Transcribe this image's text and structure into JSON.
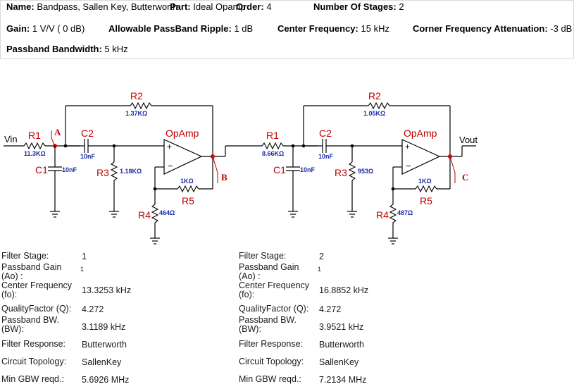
{
  "header": {
    "name_label": "Name:",
    "name_value": "Bandpass, Sallen Key, Butterworth",
    "part_label": "Part:",
    "part_value": "Ideal Opamp",
    "order_label": "Order:",
    "order_value": "4",
    "stages_label": "Number Of Stages:",
    "stages_value": "2",
    "gain_label": "Gain:",
    "gain_value": "1 V/V ( 0 dB)",
    "ripple_label": "Allowable PassBand Ripple:",
    "ripple_value": "1 dB",
    "center_label": "Center Frequency:",
    "center_value": "15 kHz",
    "corner_label": "Corner Frequency Attenuation:",
    "corner_value": "-3 dB",
    "bw_label": "Passband Bandwidth:",
    "bw_value": "5 kHz"
  },
  "circuit": {
    "input_label": "Vin",
    "output_label": "Vout",
    "stage1": {
      "r1": "R1",
      "r1_val": "11.3KΩ",
      "r2": "R2",
      "r2_val": "1.37KΩ",
      "r3": "R3",
      "r3_val": "1.18KΩ",
      "r4": "R4",
      "r4_val": "464Ω",
      "r5": "R5",
      "r5_val": "1KΩ",
      "c1": "C1",
      "c1_val": "10nF",
      "c2": "C2",
      "c2_val": "10nF",
      "opamp": "OpAmp",
      "node_in": "A",
      "node_out": "B"
    },
    "stage2": {
      "r1": "R1",
      "r1_val": "8.66KΩ",
      "r2": "R2",
      "r2_val": "1.05KΩ",
      "r3": "R3",
      "r3_val": "953Ω",
      "r4": "R4",
      "r4_val": "487Ω",
      "r5": "R5",
      "r5_val": "1KΩ",
      "c1": "C1",
      "c1_val": "10nF",
      "c2": "C2",
      "c2_val": "10nF",
      "opamp": "OpAmp",
      "node_out": "C"
    }
  },
  "stages": [
    {
      "filter_stage_label": "Filter Stage:",
      "filter_stage": "1",
      "gain_label": "Passband Gain (Ao) :",
      "gain": "1",
      "fo_label": "Center Frequency (fo):",
      "fo": "13.3253 kHz",
      "q_label": "QualityFactor (Q):",
      "q": "4.272",
      "bw_label": "Passband BW. (BW):",
      "bw": "3.1189 kHz",
      "response_label": "Filter Response:",
      "response": "Butterworth",
      "topology_label": "Circuit Topology:",
      "topology": "SallenKey",
      "gbw_label": "Min GBW reqd.:",
      "gbw": "5.6926 MHz"
    },
    {
      "filter_stage_label": "Filter Stage:",
      "filter_stage": "2",
      "gain_label": "Passband Gain (Ao) :",
      "gain": "1",
      "fo_label": "Center Frequency (fo):",
      "fo": "16.8852 kHz",
      "q_label": "QualityFactor (Q):",
      "q": "4.272",
      "bw_label": "Passband BW. (BW):",
      "bw": "3.9521 kHz",
      "response_label": "Filter Response:",
      "response": "Butterworth",
      "topology_label": "Circuit Topology:",
      "topology": "SallenKey",
      "gbw_label": "Min GBW reqd.:",
      "gbw": "7.2134 MHz"
    }
  ]
}
